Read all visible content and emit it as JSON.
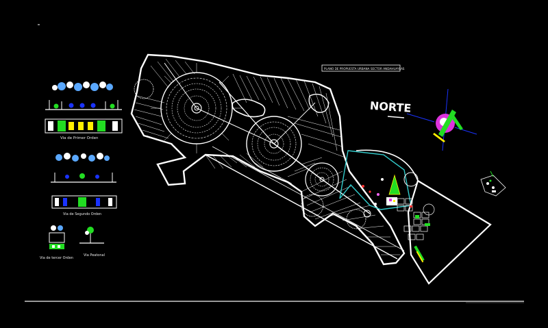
{
  "plan": {
    "title": "PLANO DE PROPUESTA URBANA SECTOR ANDAHUAYLAS",
    "north_label": "NORTE"
  },
  "sections": [
    {
      "id": "primer",
      "label": "Via de Primer Orden"
    },
    {
      "id": "segundo",
      "label": "Via de Segundo Orden"
    },
    {
      "id": "tercer",
      "label": "Via de tercer Orden"
    },
    {
      "id": "peatonal",
      "label": "Via Peatonal"
    }
  ],
  "colors": {
    "background": "#000000",
    "linework": "#ffffff",
    "zone_outline": "#33cccc",
    "accent_green": "#22dd22",
    "accent_blue": "#1a33ff",
    "accent_yellow": "#ffee00",
    "accent_magenta": "#dd33dd",
    "accent_cyan": "#22e0ff"
  }
}
